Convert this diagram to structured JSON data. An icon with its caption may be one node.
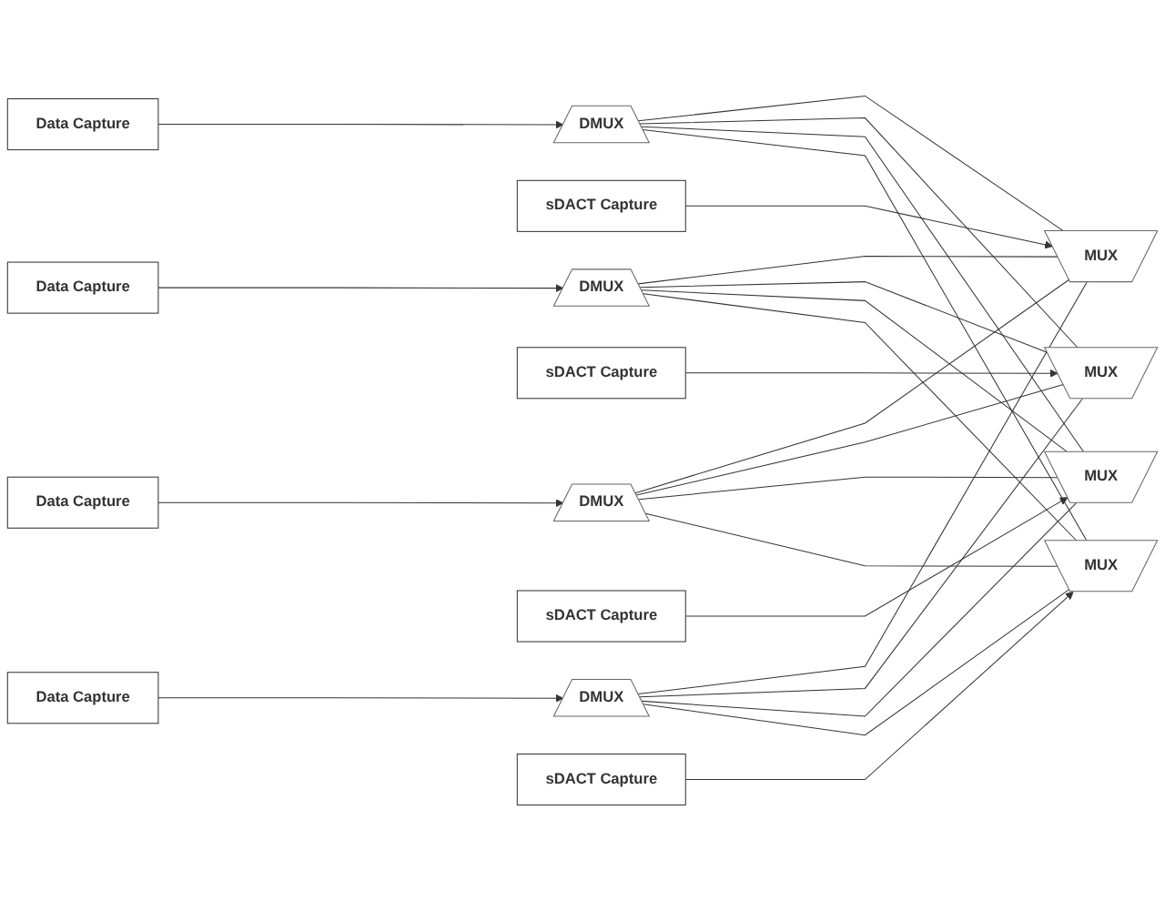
{
  "diagram": {
    "nodes": [
      {
        "text": [
          "Data Capture"
        ]
      },
      {
        "text": [
          "DMUX"
        ]
      },
      {
        "text": [
          "MUX"
        ]
      },
      {
        "text": [
          "sDACT Capture"
        ]
      },
      {
        "text": [
          "Data Capture"
        ]
      },
      {
        "text": [
          "DMUX"
        ]
      },
      {
        "text": [
          "MUX"
        ]
      },
      {
        "text": [
          "sDACT Capture"
        ]
      },
      {
        "text": [
          "Data Capture"
        ]
      },
      {
        "text": [
          "DMUX"
        ]
      },
      {
        "text": [
          "MUX"
        ]
      },
      {
        "text": [
          "sDACT Capture"
        ]
      },
      {
        "text": [
          "Data Capture"
        ]
      },
      {
        "text": [
          "DMUX"
        ]
      },
      {
        "text": [
          "MUX"
        ]
      },
      {
        "text": [
          "sDACT Capture"
        ]
      }
    ],
    "edges": [
      {
        "from": 0,
        "to": 1,
        "arrow": "to"
      },
      {
        "from": 3,
        "to": 2,
        "arrow": "to"
      },
      {
        "from": 4,
        "to": 5,
        "arrow": "to"
      },
      {
        "from": 7,
        "to": 6,
        "arrow": "to"
      },
      {
        "from": 8,
        "to": 9,
        "arrow": "to"
      },
      {
        "from": 11,
        "to": 10,
        "arrow": "to"
      },
      {
        "from": 12,
        "to": 13,
        "arrow": "to"
      },
      {
        "from": 15,
        "to": 14,
        "arrow": "to"
      },
      {
        "from": 1,
        "to": 2,
        "arrow": "none"
      },
      {
        "from": 1,
        "to": 6,
        "arrow": "none"
      },
      {
        "from": 1,
        "to": 10,
        "arrow": "none"
      },
      {
        "from": 1,
        "to": 14,
        "arrow": "none"
      },
      {
        "from": 5,
        "to": 2,
        "arrow": "none"
      },
      {
        "from": 5,
        "to": 6,
        "arrow": "none"
      },
      {
        "from": 5,
        "to": 10,
        "arrow": "none"
      },
      {
        "from": 5,
        "to": 14,
        "arrow": "none"
      },
      {
        "from": 9,
        "to": 2,
        "arrow": "none"
      },
      {
        "from": 9,
        "to": 6,
        "arrow": "none"
      },
      {
        "from": 9,
        "to": 10,
        "arrow": "none"
      },
      {
        "from": 9,
        "to": 14,
        "arrow": "none"
      },
      {
        "from": 13,
        "to": 2,
        "arrow": "none"
      },
      {
        "from": 13,
        "to": 6,
        "arrow": "none"
      },
      {
        "from": 13,
        "to": 10,
        "arrow": "none"
      },
      {
        "from": 13,
        "to": 14,
        "arrow": "none"
      }
    ]
  }
}
